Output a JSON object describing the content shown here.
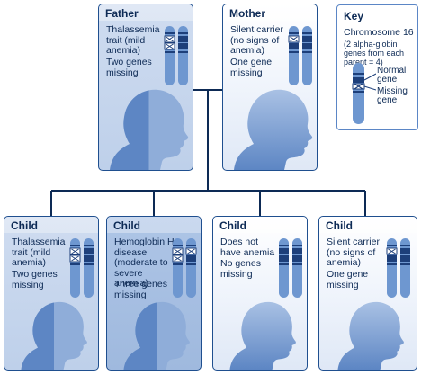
{
  "colors": {
    "border": "#1f4f8f",
    "head": "#5d86c4",
    "chromosome": "#6e97d0",
    "band": "#1d3f7a"
  },
  "key": {
    "title": "Key",
    "subtitle": "Chromosome 16",
    "description": "(2 alpha-globin genes from each parent = 4)",
    "normal_label": "Normal gene",
    "missing_label": "Missing gene"
  },
  "parents": [
    {
      "title": "Father",
      "description": "Thalassemia trait (mild anemia)",
      "genes": "Two genes missing",
      "missing": 2
    },
    {
      "title": "Mother",
      "description": "Silent carrier (no signs of anemia)",
      "genes": "One gene missing",
      "missing": 1
    }
  ],
  "children": [
    {
      "title": "Child",
      "description": "Thalassemia trait (mild anemia)",
      "genes": "Two genes missing",
      "missing": 2
    },
    {
      "title": "Child",
      "description": "Hemoglobin H disease (moderate to severe anemia)",
      "genes": "Three genes missing",
      "missing": 3
    },
    {
      "title": "Child",
      "description": "Does not have anemia",
      "genes": "No genes missing",
      "missing": 0
    },
    {
      "title": "Child",
      "description": "Silent carrier (no signs of anemia)",
      "genes": "One gene missing",
      "missing": 1
    }
  ]
}
